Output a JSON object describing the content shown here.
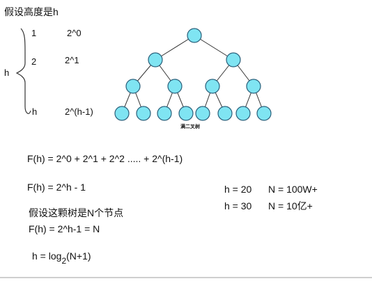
{
  "title": "假设高度是h",
  "levels": [
    {
      "num": "1",
      "expr": "2^0"
    },
    {
      "num": "2",
      "expr": "2^1"
    },
    {
      "num": "h",
      "expr": "2^(h-1)"
    }
  ],
  "brace_label": "h",
  "tree_caption": "满二叉树",
  "node_color": "#7fe4f2",
  "node_stroke": "#2a5f7a",
  "formulas": {
    "sum": "F(h) = 2^0 + 2^1 + 2^2 ..... + 2^(h-1)",
    "closed": "F(h) = 2^h - 1",
    "assume": "假设这颗树是N个节点",
    "eq": "F(h) = 2^h-1 = N",
    "log_prefix": "h = log",
    "log_base": "2",
    "log_arg": "(N+1)"
  },
  "examples": [
    {
      "h": "h = 20",
      "n": "N = 100W+"
    },
    {
      "h": "h = 30",
      "n": "N = 10亿+"
    }
  ]
}
